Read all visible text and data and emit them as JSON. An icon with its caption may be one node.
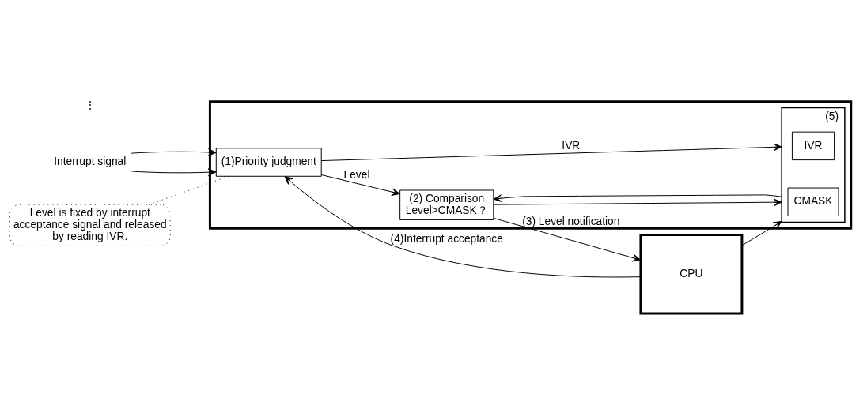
{
  "diagram": {
    "nodes": [
      {
        "text": [],
        "shape": "box"
      },
      {
        "text": [
          "Interrupt signal"
        ]
      },
      {
        "text": [
          "(1)Priority judgment"
        ],
        "in": 0
      },
      {
        "text": [
          "(2) Comparison",
          "Level>CMASK？"
        ],
        "in": 0
      },
      {
        "text": [
          "CPU"
        ]
      },
      {
        "text": [
          "(5)"
        ],
        "in": 0
      },
      {
        "text": [
          "CMASK"
        ],
        "in": 5
      },
      {
        "text": [
          "IVR"
        ],
        "in": 5
      },
      {
        "text": [
          "Level is fixed by interrupt acceptance signal and released by reading IVR."
        ]
      }
    ],
    "edges": [
      {
        "from": 1,
        "to": 2,
        "arrow": "to"
      },
      {
        "from": 1,
        "to": 2,
        "arrow": "to"
      },
      {
        "from": 2,
        "to": 3,
        "arrow": "to",
        "label": "Level"
      },
      {
        "from": 3,
        "to": 4,
        "arrow": "to",
        "label": "(3) Level notification"
      },
      {
        "from": 3,
        "to": 5,
        "arrow": "to"
      },
      {
        "from": 4,
        "to": 2,
        "arrow": "to",
        "label": "(4)Interrupt acceptance"
      },
      {
        "from": 4,
        "to": 5,
        "arrow": "to"
      },
      {
        "from": 5,
        "to": 3,
        "arrow": "to"
      },
      {
        "from": 2,
        "to": 5,
        "arrow": "to",
        "label": "IVR"
      },
      {
        "from": 8,
        "to": 2,
        "arrow": "none",
        "style": "dashed"
      }
    ],
    "labels": [
      "⋮"
    ]
  }
}
